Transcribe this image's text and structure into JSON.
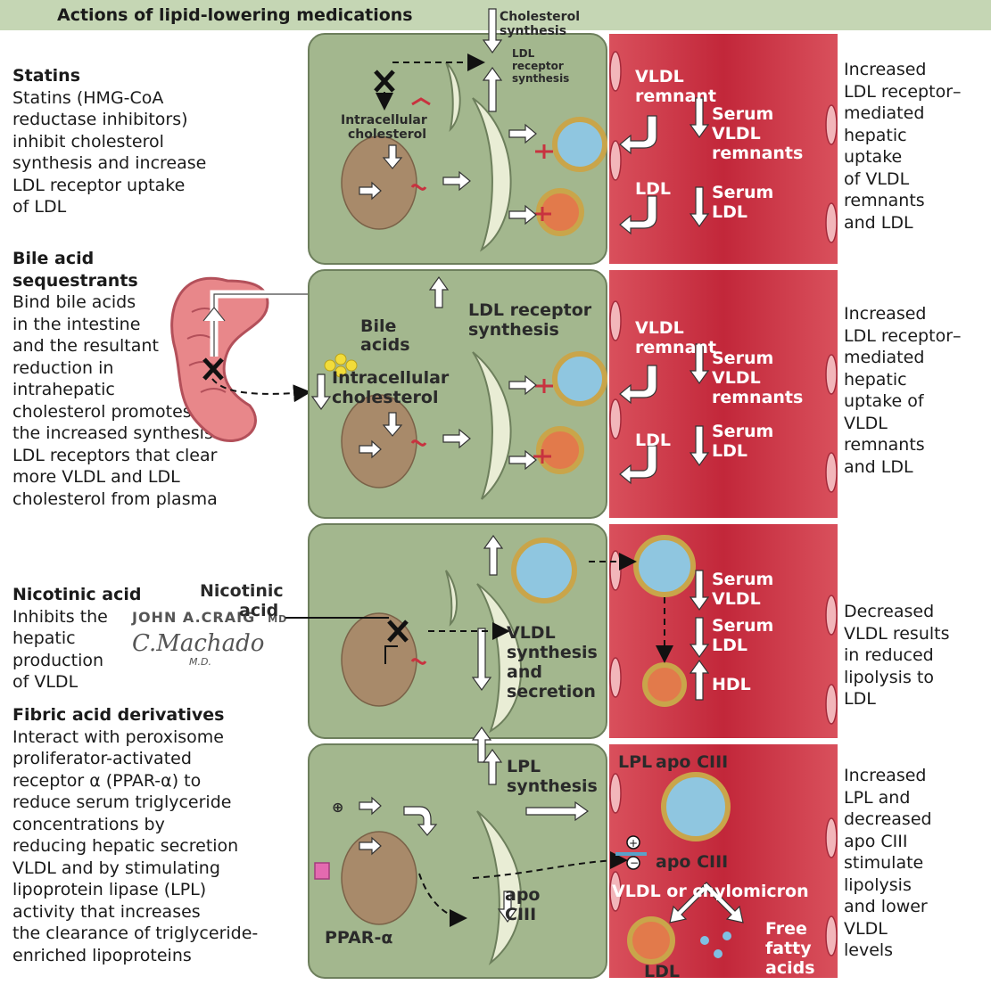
{
  "header": {
    "title": "Actions of lipid-lowering medications"
  },
  "statins": {
    "heading": "Statins",
    "body": [
      "Statins (HMG-CoA",
      "reductase inhibitors)",
      "inhibit cholesterol",
      "synthesis and increase",
      "LDL receptor uptake",
      "of LDL"
    ],
    "labels": {
      "cholesterol_synthesis_1": "Cholesterol",
      "cholesterol_synthesis_2": "synthesis",
      "ldl_receptor_synthesis_1": "LDL",
      "ldl_receptor_synthesis_2": "receptor",
      "ldl_receptor_synthesis_3": "synthesis",
      "intracellular_1": "Intracellular",
      "intracellular_2": "cholesterol",
      "vldl_remnant_1": "VLDL",
      "vldl_remnant_2": "remnant",
      "serum_vldl_1": "Serum",
      "serum_vldl_2": "VLDL",
      "serum_vldl_3": "remnants",
      "ldl": "LDL",
      "serum_ldl_1": "Serum",
      "serum_ldl_2": "LDL"
    },
    "note": [
      "Increased",
      "LDL receptor–",
      "mediated",
      "hepatic",
      "uptake",
      "of VLDL",
      "remnants",
      "and LDL"
    ]
  },
  "bile": {
    "heading": [
      "Bile acid",
      "sequestrants"
    ],
    "body": [
      "Bind bile acids",
      "in the intestine",
      "and the resultant",
      "reduction in",
      "intrahepatic",
      "cholesterol promotes",
      "the increased synthesis of",
      "LDL receptors that clear",
      "more VLDL and LDL",
      "cholesterol from plasma"
    ],
    "labels": {
      "bile_acids_1": "Bile",
      "bile_acids_2": "acids",
      "ldl_receptor_1": "LDL receptor",
      "ldl_receptor_2": "synthesis",
      "intracellular_1": "Intracellular",
      "intracellular_2": "cholesterol",
      "vldl_remnant_1": "VLDL",
      "vldl_remnant_2": "remnant",
      "serum_vldl_1": "Serum",
      "serum_vldl_2": "VLDL",
      "serum_vldl_3": "remnants",
      "ldl": "LDL",
      "serum_ldl_1": "Serum",
      "serum_ldl_2": "LDL"
    },
    "note": [
      "Increased",
      "LDL receptor–",
      "mediated",
      "hepatic",
      "uptake of",
      "VLDL",
      "remnants",
      "and LDL"
    ]
  },
  "nicotinic": {
    "heading": "Nicotinic acid",
    "body": [
      "Inhibits the",
      "hepatic",
      "production",
      "of VLDL"
    ],
    "labels": {
      "drug_1": "Nicotinic",
      "drug_2": "acid",
      "vldl_synthesis_1": "VLDL",
      "vldl_synthesis_2": "synthesis",
      "vldl_synthesis_3": "and",
      "vldl_synthesis_4": "secretion",
      "serum_vldl_1": "Serum",
      "serum_vldl_2": "VLDL",
      "serum_ldl_1": "Serum",
      "serum_ldl_2": "LDL",
      "hdl": "HDL"
    },
    "note": [
      "Decreased",
      "VLDL results",
      "in reduced",
      "lipolysis to",
      "LDL"
    ]
  },
  "fibric": {
    "heading": "Fibric acid derivatives",
    "body": [
      "Interact with peroxisome",
      "proliferator-activated",
      "receptor α (PPAR-α) to",
      "reduce serum triglyceride",
      "concentrations by",
      "reducing hepatic secretion",
      "VLDL and by stimulating",
      "lipoprotein lipase (LPL)",
      "activity that increases",
      "the clearance of triglyceride-",
      "enriched lipoproteins"
    ],
    "labels": {
      "lpl_synthesis_1": "LPL",
      "lpl_synthesis_2": "synthesis",
      "lpl": "LPL",
      "apo_top": "apo CIII",
      "apo_bottom": "apo CIII",
      "apo_cell_1": "apo",
      "apo_cell_2": "CIII",
      "ppar": "PPAR-α",
      "plus": "⊕",
      "vldl_chylo": "VLDL or chylomicron",
      "free_fatty_1": "Free",
      "free_fatty_2": "fatty",
      "free_fatty_3": "acids",
      "ldl": "LDL"
    },
    "note": [
      "Increased",
      "LPL and",
      "decreased",
      "apo CIII",
      "stimulate",
      "lipolysis",
      "and lower",
      "VLDL",
      "levels"
    ]
  },
  "signature": {
    "line1": "JOHN A.CRAIG",
    "line1_suffix": "MD",
    "line2": "C.Machado",
    "line3": "M.D."
  }
}
